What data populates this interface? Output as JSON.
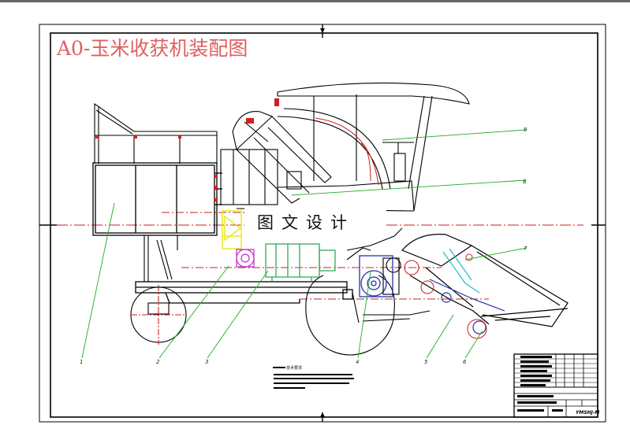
{
  "drawing_title": "A0-玉米收获机装配图",
  "watermark": "图文设计",
  "callouts": [
    "1",
    "2",
    "3",
    "4",
    "5",
    "6",
    "7",
    "8",
    "9"
  ],
  "notes_heading": "技术要求",
  "drawing_number": "YMSHJ-M",
  "colors": {
    "frame": "#000000",
    "title": "#e06060",
    "leader": "#22aa22",
    "section": "#cc2222",
    "motor": "#33aa55",
    "gearbox": "#2233aa",
    "cyan_part": "#22bbcc",
    "yellow_part": "#e6e600",
    "magenta_part": "#cc33cc"
  }
}
